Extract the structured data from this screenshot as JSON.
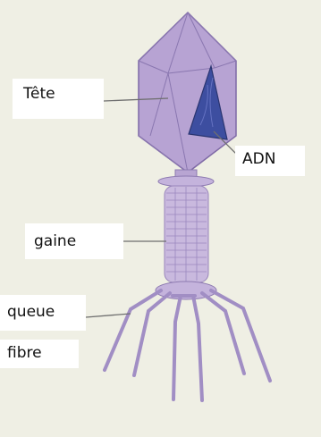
{
  "labels": {
    "tete": "Tête",
    "adn": "ADN",
    "gaine": "gaine",
    "queue": "queue",
    "fibre": "fibre"
  },
  "colors": {
    "background": "#efefe4",
    "capsid_fill": "#b7a3d3",
    "capsid_edge": "#7f6aa6",
    "dna_fill": "#3d4ea0",
    "leader": "#6e6e6e"
  }
}
